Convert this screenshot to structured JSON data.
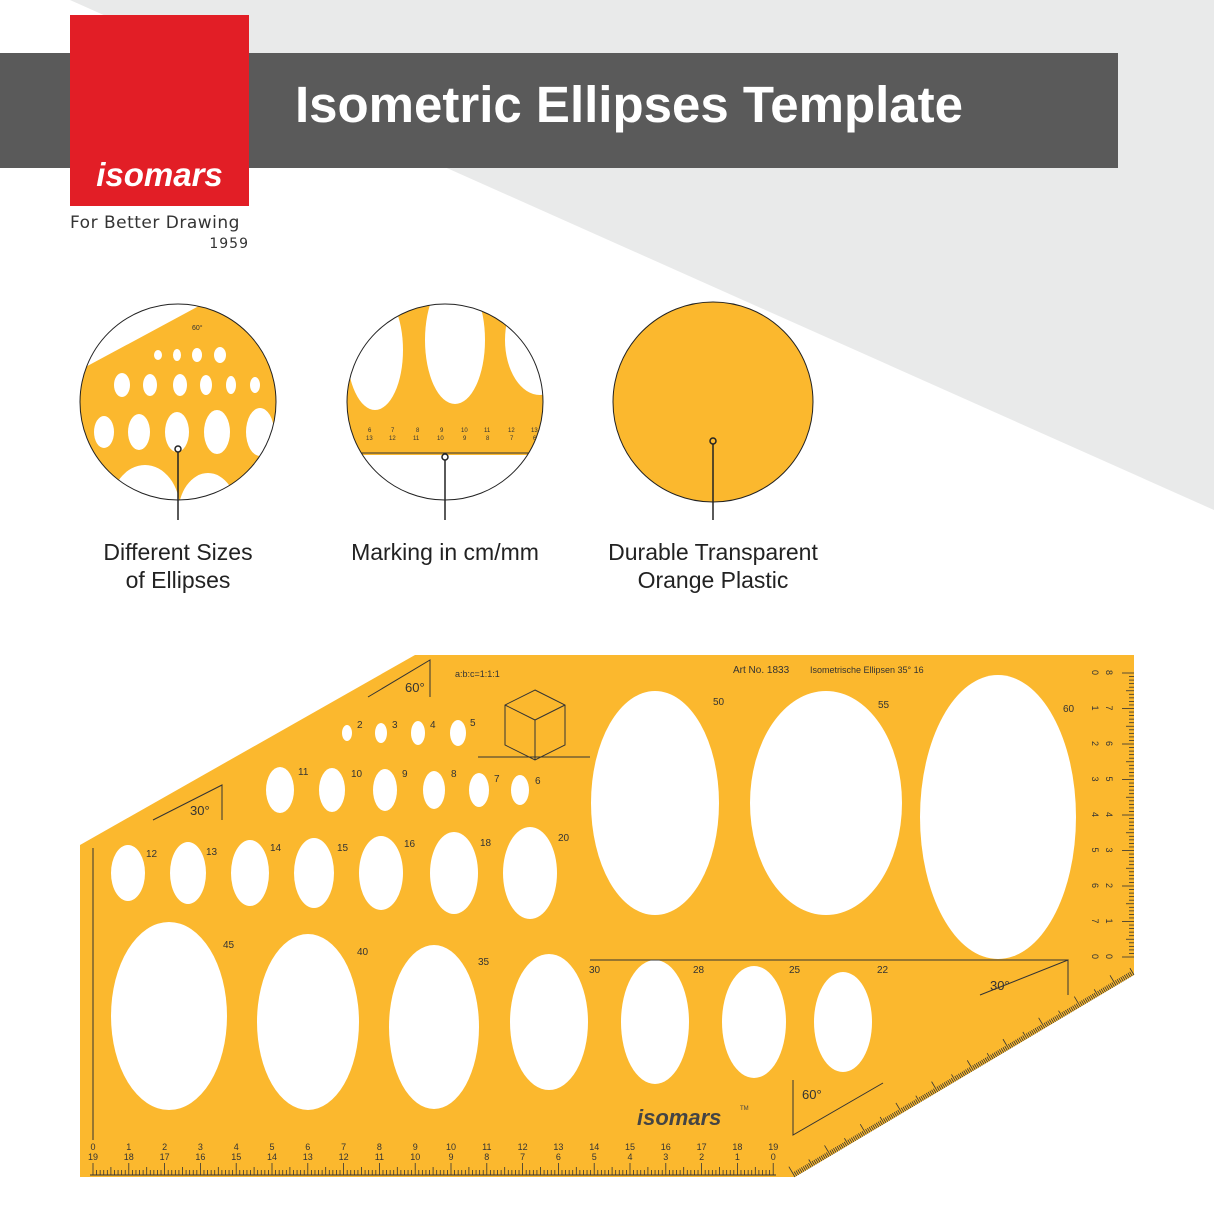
{
  "header": {
    "title": "Isometric Ellipses Template",
    "brand": "isomars",
    "tagline": "For Better Drawing",
    "year": "1959"
  },
  "features": [
    {
      "label_line1": "Different Sizes",
      "label_line2": "of Ellipses"
    },
    {
      "label_line1": "Marking in cm/mm",
      "label_line2": ""
    },
    {
      "label_line1": "Durable Transparent",
      "label_line2": "Orange Plastic"
    }
  ],
  "template": {
    "art_no": "Art No. 1833",
    "name": "Isometrische  Ellipsen  35° 16",
    "ratio": "a:b:c=1:1:1",
    "angle_60": "60°",
    "angle_30": "30°",
    "brand": "isomars",
    "trademark": "TM",
    "ellipse_sizes_row1": [
      "2",
      "3",
      "4",
      "5"
    ],
    "ellipse_sizes_row2": [
      "11",
      "10",
      "9",
      "8",
      "7",
      "6"
    ],
    "ellipse_sizes_row3": [
      "12",
      "13",
      "14",
      "15",
      "16",
      "18",
      "20"
    ],
    "ellipse_sizes_row4": [
      "45",
      "40",
      "35",
      "30",
      "28",
      "25",
      "22"
    ],
    "ellipse_sizes_large": [
      "50",
      "55",
      "60"
    ],
    "ruler_bottom_top": [
      "0",
      "1",
      "2",
      "3",
      "4",
      "5",
      "6",
      "7",
      "8",
      "9",
      "10",
      "11",
      "12",
      "13",
      "14",
      "15",
      "16",
      "17",
      "18",
      "19"
    ],
    "ruler_bottom_bottom": [
      "19",
      "18",
      "17",
      "16",
      "15",
      "14",
      "13",
      "12",
      "11",
      "10",
      "9",
      "8",
      "7",
      "6",
      "5",
      "4",
      "3",
      "2",
      "1",
      "0"
    ],
    "ruler_right_a": [
      "0",
      "1",
      "2",
      "3",
      "4",
      "5",
      "6",
      "7",
      "0"
    ],
    "ruler_right_b": [
      "8",
      "7",
      "6",
      "5",
      "4",
      "3",
      "2",
      "1",
      "0"
    ]
  },
  "colors": {
    "orange": "#fbb82e",
    "red": "#e21e26",
    "gray_bar": "#5a5a5a",
    "light_gray": "#e9eaea"
  }
}
